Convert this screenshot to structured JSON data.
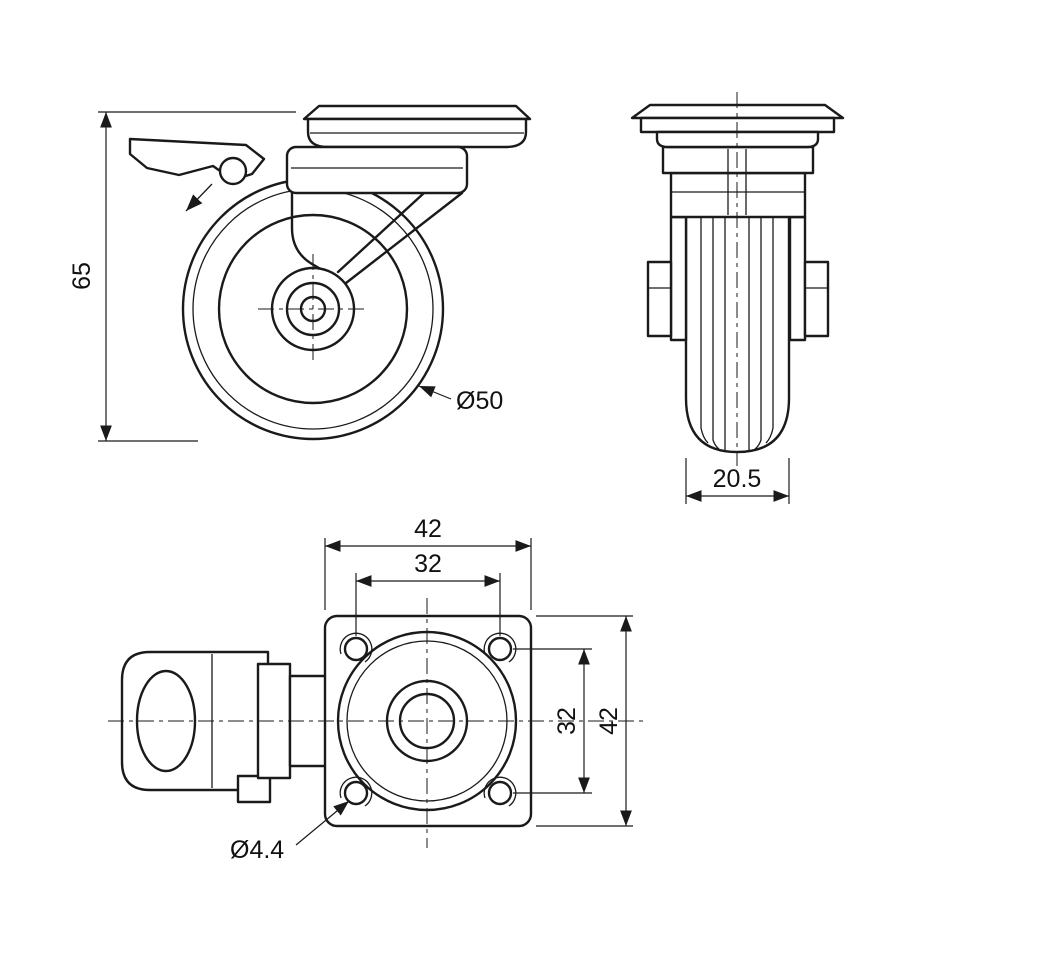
{
  "colors": {
    "line": "#1a1a1a",
    "background": "#ffffff"
  },
  "views": {
    "side": {
      "label_height": "65",
      "label_wheel_diameter": "Ø50"
    },
    "front": {
      "label_wheel_width": "20.5"
    },
    "bottom": {
      "label_plate_width": "42",
      "label_bolt_spacing_width": "32",
      "label_bolt_spacing_height": "32",
      "label_plate_height": "42",
      "label_hole_diameter": "Ø4.4"
    }
  }
}
